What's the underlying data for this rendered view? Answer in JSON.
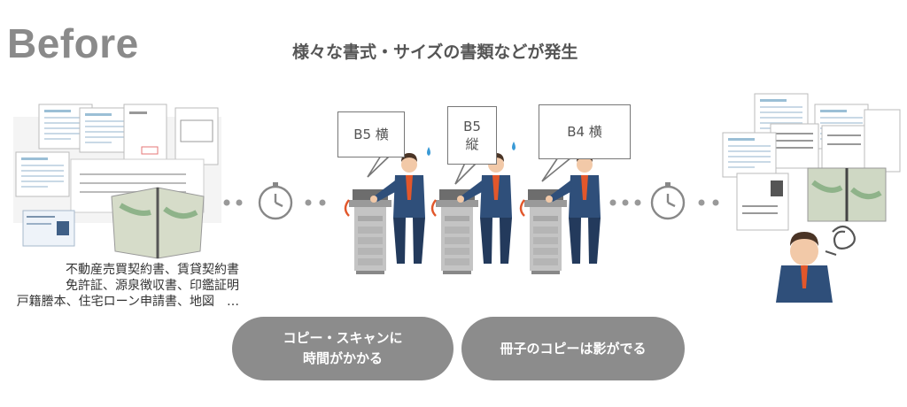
{
  "title": "Before",
  "headline": "様々な書式・サイズの書類などが発生",
  "documents_caption": {
    "lines": [
      "不動産売買契約書、賃貸契約書",
      "免許証、源泉徴収書、印鑑証明",
      "戸籍謄本、住宅ローン申請書、地図　…"
    ]
  },
  "bubbles": [
    {
      "lines": [
        "B5 横"
      ]
    },
    {
      "lines": [
        "B5",
        "縦"
      ]
    },
    {
      "lines": [
        "B4 横"
      ]
    }
  ],
  "problems": [
    {
      "lines": [
        "コピー・スキャンに",
        "時間がかかる"
      ]
    },
    {
      "lines": [
        "冊子のコピーは影がでる"
      ]
    }
  ],
  "icons": [
    "clock-icon",
    "clock-icon",
    "document-pile-icon",
    "copier-icon",
    "businessman-icon",
    "stressed-person-icon",
    "sweat-drop-icon",
    "rotate-arrow-icon"
  ],
  "colors": {
    "title": "#8a8a8a",
    "pill": "#8c8c8c",
    "suit": "#2f4f7a",
    "tie": "#e2572b",
    "accent_arrow": "#e2572b"
  }
}
